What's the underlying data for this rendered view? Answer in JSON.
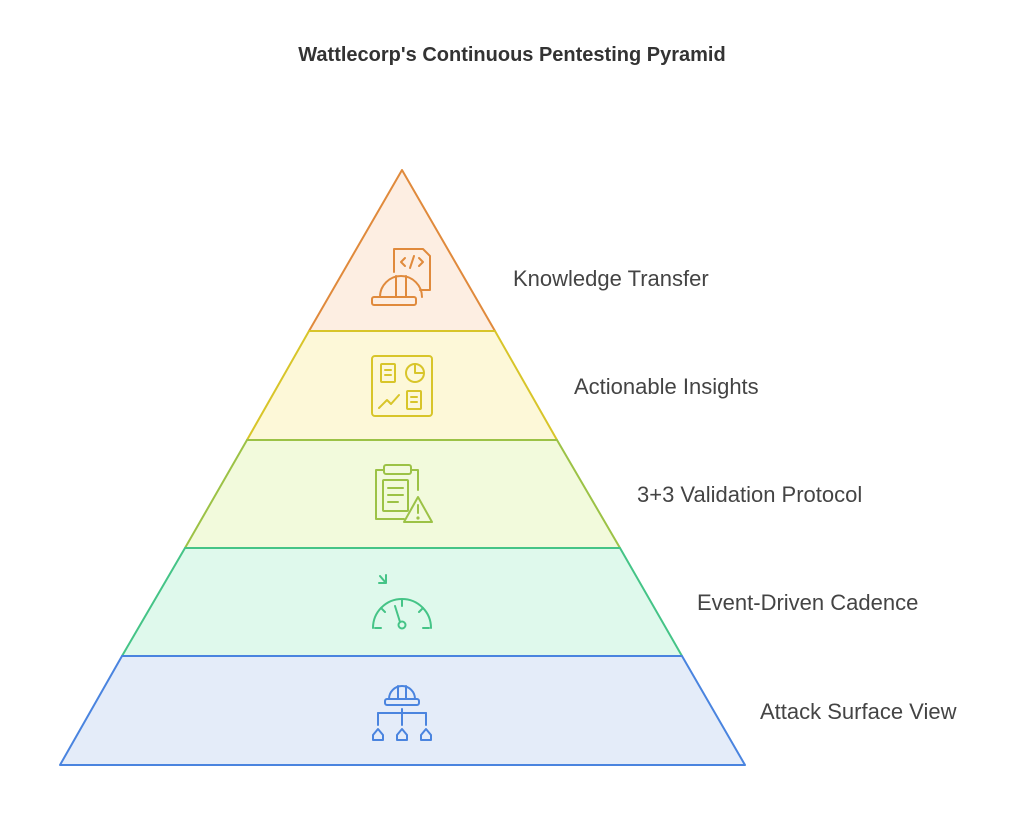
{
  "title": "Wattlecorp's Continuous Pentesting Pyramid",
  "levels": [
    {
      "label": "Knowledge Transfer",
      "icon": "engineer-code-file-icon",
      "fill": "#fdeee2",
      "stroke": "#e08a3c"
    },
    {
      "label": "Actionable Insights",
      "icon": "dashboard-icon",
      "fill": "#fdf8d8",
      "stroke": "#d8c52a"
    },
    {
      "label": "3+3 Validation Protocol",
      "icon": "clipboard-warning-icon",
      "fill": "#f2fadc",
      "stroke": "#9cc246"
    },
    {
      "label": "Event-Driven Cadence",
      "icon": "speedometer-icon",
      "fill": "#dff9ec",
      "stroke": "#45c487"
    },
    {
      "label": "Attack Surface View",
      "icon": "hierarchy-helmet-icon",
      "fill": "#e4ecf9",
      "stroke": "#4a84df"
    }
  ]
}
